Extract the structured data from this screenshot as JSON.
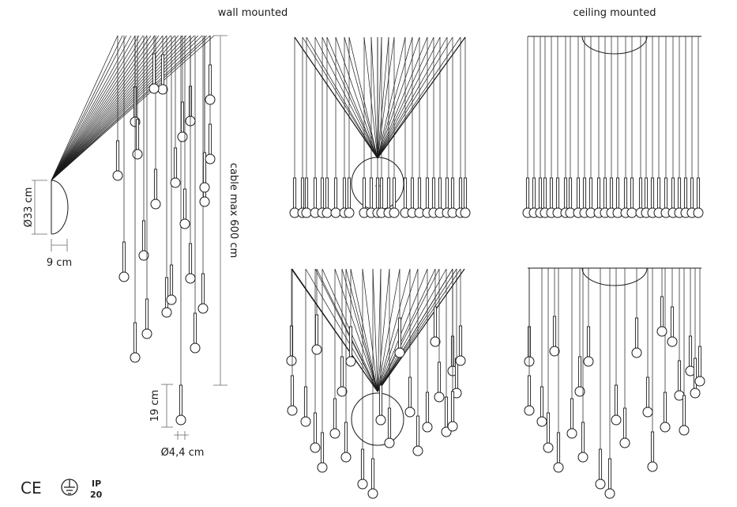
{
  "headers": {
    "wall": "wall mounted",
    "ceiling": "ceiling mounted"
  },
  "dimensions": {
    "canopy_diameter": "Ø33 cm",
    "canopy_depth": "9 cm",
    "cable_length": "cable max 600 cm",
    "pendant_height": "19 cm",
    "pendant_diameter": "Ø4,4 cm"
  },
  "certifications": {
    "ce": "CE",
    "ip_top": "IP",
    "ip_bottom": "20"
  },
  "icons": [
    "ce-mark-icon",
    "earth-ground-icon"
  ]
}
